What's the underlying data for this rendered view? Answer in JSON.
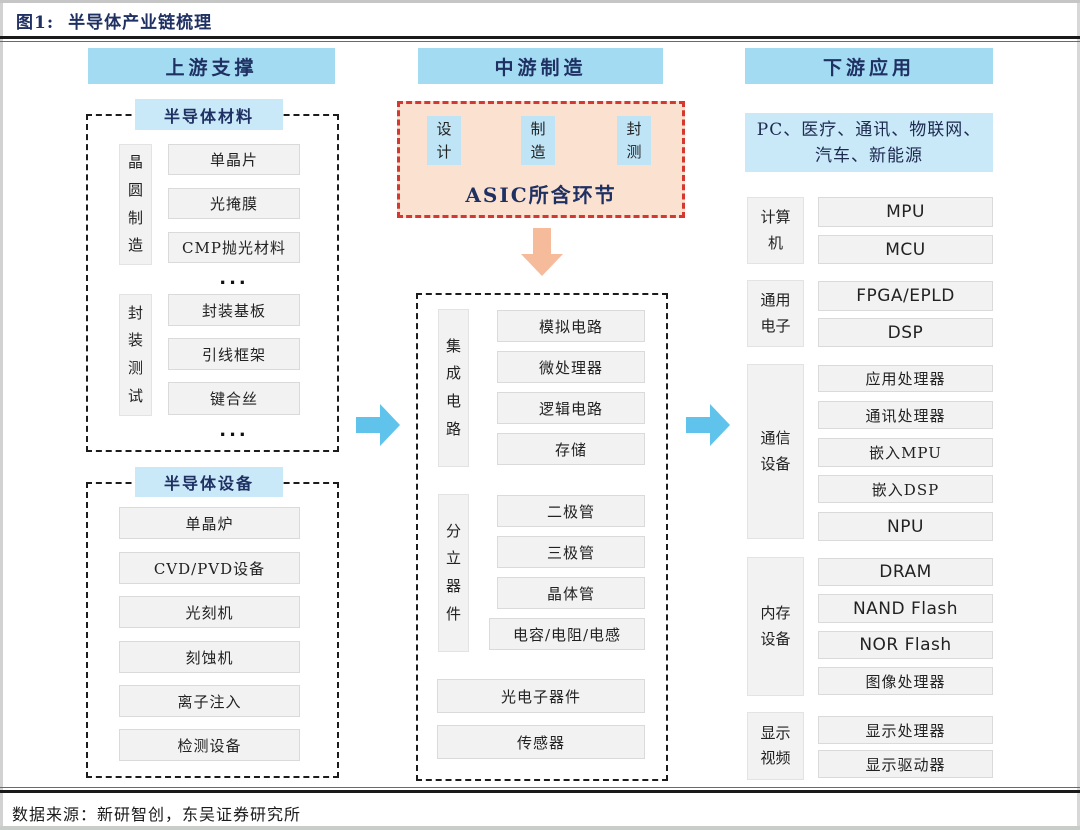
{
  "colors": {
    "navy": "#1f3063",
    "header-blue": "#a3dcf2",
    "chip-blue": "#c9e8f8",
    "item-gray": "#f2f2f2",
    "item-border": "#dadada",
    "peach": "#fbe2d0",
    "red-dash": "#d6372e",
    "arrow-blue": "#5fc3ec",
    "arrow-peach": "#f6bb9b",
    "ink": "#2f2f2f"
  },
  "figure": {
    "label": "图1:",
    "title": "半导体产业链梳理"
  },
  "upstream": {
    "header": "上游支撑",
    "materials": {
      "label": "半导体材料",
      "ellipsis": "...",
      "wafer": {
        "side": "晶圆制造",
        "items": [
          "单晶片",
          "光掩膜",
          "CMP抛光材料"
        ]
      },
      "package": {
        "side": "封装测试",
        "items": [
          "封装基板",
          "引线框架",
          "键合丝"
        ]
      }
    },
    "equipment": {
      "label": "半导体设备",
      "items": [
        "单晶炉",
        "CVD/PVD设备",
        "光刻机",
        "刻蚀机",
        "离子注入",
        "检测设备"
      ]
    }
  },
  "midstream": {
    "header": "中游制造",
    "asic": {
      "steps": [
        "设计",
        "制造",
        "封测"
      ],
      "caption": "ASIC所含环节"
    },
    "ic": {
      "side": "集成电路",
      "items": [
        "模拟电路",
        "微处理器",
        "逻辑电路",
        "存储"
      ]
    },
    "discrete": {
      "side": "分立器件",
      "items": [
        "二极管",
        "三极管",
        "晶体管",
        "电容/电阻/电感"
      ]
    },
    "others": [
      "光电子器件",
      "传感器"
    ]
  },
  "downstream": {
    "header": "下游应用",
    "applications": "PC、医疗、通讯、物联网、汽车、新能源",
    "categories": [
      {
        "label": "计算机",
        "items": [
          "MPU",
          "MCU"
        ]
      },
      {
        "label": "通用电子",
        "items": [
          "FPGA/EPLD",
          "DSP"
        ]
      },
      {
        "label": "通信设备",
        "items": [
          "应用处理器",
          "通讯处理器",
          "嵌入MPU",
          "嵌入DSP",
          "NPU"
        ]
      },
      {
        "label": "内存设备",
        "items": [
          "DRAM",
          "NAND Flash",
          "NOR Flash",
          "图像处理器"
        ]
      },
      {
        "label": "显示视频",
        "items": [
          "显示处理器",
          "显示驱动器"
        ]
      }
    ]
  },
  "footer": {
    "source": "数据来源：新研智创，东吴证券研究所"
  }
}
